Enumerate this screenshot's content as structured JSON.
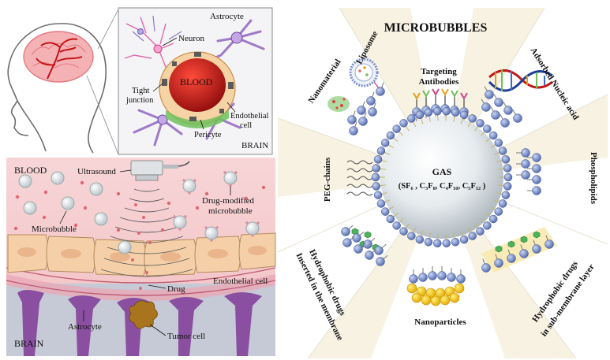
{
  "brain_panel": {
    "neuron": "Neuron",
    "astrocyte": "Astrocyte",
    "tight_junction_1": "Tight",
    "tight_junction_2": "junction",
    "blood": "BLOOD",
    "endothelial_1": "Endothelial",
    "endothelial_2": "cell",
    "pericyte": "Pericyte",
    "brain": "BRAIN"
  },
  "bbb_panel": {
    "blood": "BLOOD",
    "ultrasound": "Ultrasound",
    "drug_modified_1": "Drug-modified",
    "drug_modified_2": "microbubble",
    "microbubble": "Microbubble",
    "drug": "Drug",
    "endothelial_cell": "Endothelial cell",
    "astrocyte": "Astrocyte",
    "tumor_cell": "Tumor cell",
    "brain": "BRAIN"
  },
  "microbubbles_panel": {
    "title": "MICROBUBBLES",
    "gas_title": "GAS",
    "gas_formula": "(SF₆ , C₃F₈, C₄F₁₀, C₅F₁₂ )",
    "sectors": {
      "liposome": "Liposome",
      "nanomaterial": "Nanomaterial",
      "targeting_1": "Targeting",
      "targeting_2": "Antibodies",
      "nucleic": "Adsorbed Nucleic acid",
      "phospholipids": "Phospholipids",
      "peg": "PEG-chains",
      "hydrophobic_inserted_1": "Hydrophobic drugs",
      "hydrophobic_inserted_2": "Inserted in the membrane",
      "nanoparticles": "Nanoparticles",
      "hydrophobic_sub_1": "Hydrophobic drugs",
      "hydrophobic_sub_2": "in sub-membrane layer"
    }
  },
  "colors": {
    "blood_bg": "#f3c9cc",
    "brain_bg": "#c9ccd6",
    "astrocyte": "#8a4fa0",
    "endothelial": "#f2c7a0",
    "bubble_head": "#6f86c4",
    "sector_yellow": "#fbf3d6",
    "tumor": "#a8741e"
  }
}
